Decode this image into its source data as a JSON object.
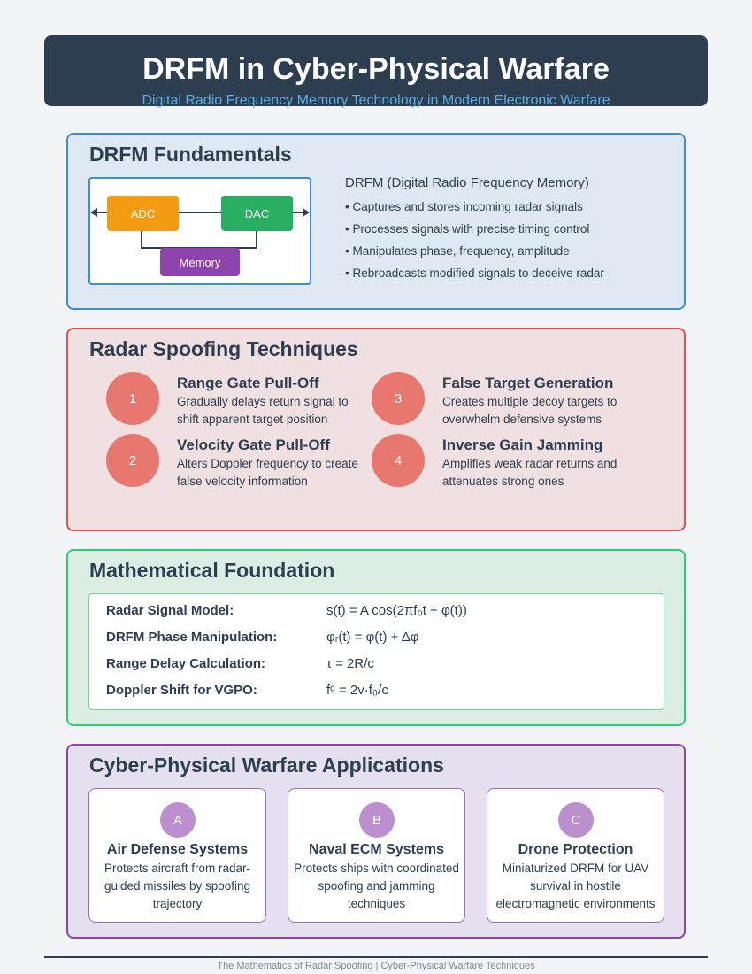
{
  "header": {
    "title": "DRFM in Cyber-Physical Warfare",
    "subtitle": "Digital Radio Frequency Memory Technology in Modern Electronic Warfare"
  },
  "fundamentals": {
    "heading": "DRFM Fundamentals",
    "diagram": {
      "adc": "ADC",
      "dac": "DAC",
      "memory": "Memory"
    },
    "title": "DRFM (Digital Radio Frequency Memory)",
    "items": [
      "• Captures and stores incoming radar signals",
      "• Processes signals with precise timing control",
      "• Manipulates phase, frequency, amplitude",
      "• Rebroadcasts modified signals to deceive radar"
    ]
  },
  "spoofing": {
    "heading": "Radar Spoofing Techniques",
    "techniques": [
      {
        "num": "1",
        "title": "Range Gate Pull-Off",
        "desc": "Gradually delays return signal to shift apparent target position"
      },
      {
        "num": "2",
        "title": "Velocity Gate Pull-Off",
        "desc": "Alters Doppler frequency to create false velocity information"
      },
      {
        "num": "3",
        "title": "False Target Generation",
        "desc": "Creates multiple decoy targets to overwhelm defensive systems"
      },
      {
        "num": "4",
        "title": "Inverse Gain Jamming",
        "desc": "Amplifies weak radar returns and attenuates strong ones"
      }
    ]
  },
  "math": {
    "heading": "Mathematical Foundation",
    "rows": [
      {
        "label": "Radar Signal Model:",
        "formula": "s(t) = A cos(2πf₀t + φ(t))"
      },
      {
        "label": "DRFM Phase Manipulation:",
        "formula": "φᵣ(t) = φ(t) + Δφ"
      },
      {
        "label": "Range Delay Calculation:",
        "formula": "τ = 2R/c"
      },
      {
        "label": "Doppler Shift for VGPO:",
        "formula": "fᵈ = 2v·f₀/c"
      }
    ]
  },
  "applications": {
    "heading": "Cyber-Physical Warfare Applications",
    "cards": [
      {
        "letter": "A",
        "title": "Air Defense Systems",
        "desc": "Protects aircraft from radar-guided missiles by spoofing trajectory"
      },
      {
        "letter": "B",
        "title": "Naval ECM Systems",
        "desc": "Protects ships with coordinated spoofing and jamming techniques"
      },
      {
        "letter": "C",
        "title": "Drone Protection",
        "desc": "Miniaturized DRFM for UAV survival in hostile electromagnetic environments"
      }
    ]
  },
  "footer": "The Mathematics of Radar Spoofing | Cyber-Physical Warfare Techniques",
  "colors": {
    "header_bg": "#2c3e50",
    "subtitle": "#5dade2",
    "adc": "#f39c12",
    "dac": "#27ae60",
    "memory": "#8e44ad",
    "technique_circle": "#e8776f",
    "app_circle": "#bb8fce"
  }
}
